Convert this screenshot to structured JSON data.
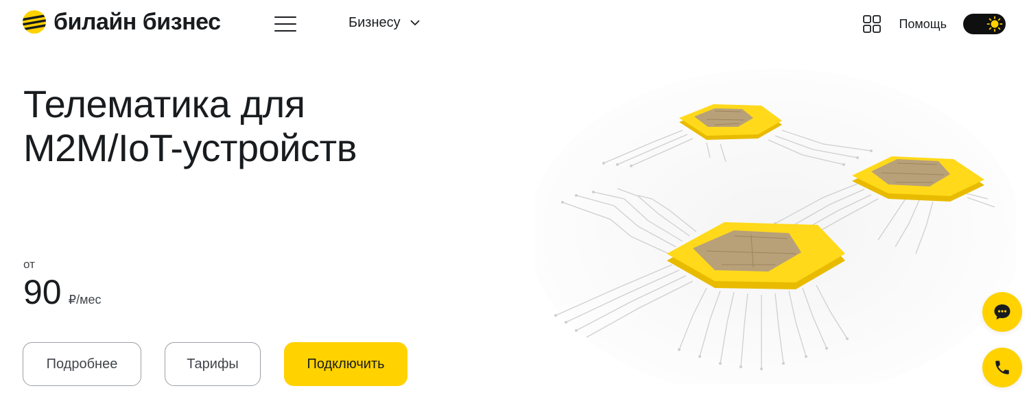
{
  "header": {
    "logo_text": "билайн бизнес",
    "segment_label": "Бизнесу",
    "help_label": "Помощь"
  },
  "hero": {
    "title_line1": "Телематика для",
    "title_line2": "M2M/IoT-устройств",
    "price_from": "от",
    "price_value": "90",
    "price_unit": "₽/мес"
  },
  "buttons": {
    "more_label": "Подробнее",
    "tariffs_label": "Тарифы",
    "connect_label": "Подключить"
  },
  "icons": {
    "menu": "hamburger-icon",
    "segment_chevron": "chevron-down-icon",
    "apps": "grid-icon",
    "theme": "sun-icon",
    "chat": "chat-bubble-icon",
    "phone": "phone-icon"
  },
  "colors": {
    "brand_yellow": "#ffd200",
    "text_primary": "#191c1f",
    "text_secondary": "#40444a",
    "toggle_dark": "#0f0f0f"
  }
}
